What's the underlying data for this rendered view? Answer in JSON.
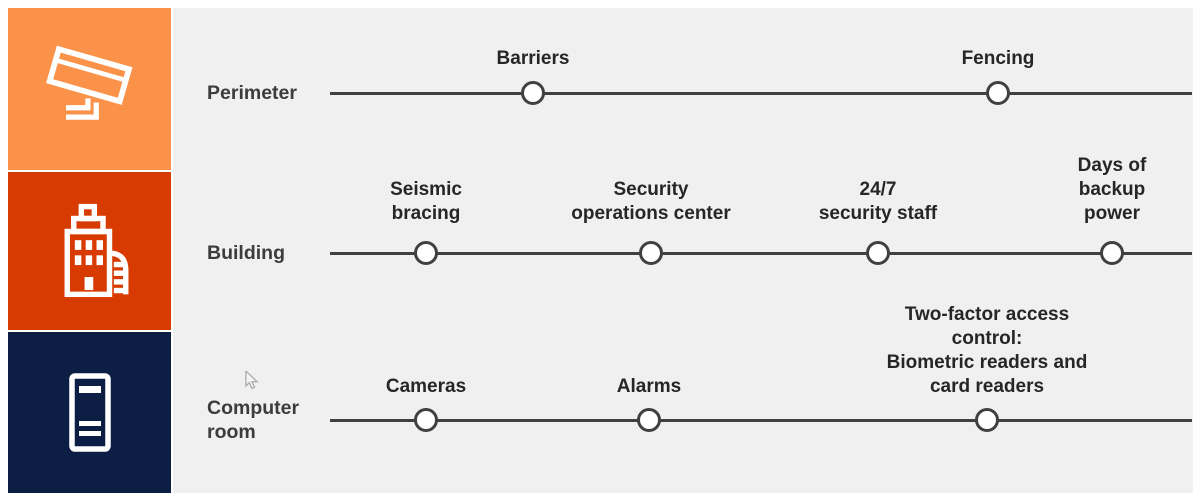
{
  "figure": {
    "rows": [
      {
        "label": "Perimeter",
        "icon": "security-camera-icon",
        "nodes": [
          {
            "label": "Barriers"
          },
          {
            "label": "Fencing"
          }
        ]
      },
      {
        "label": "Building",
        "icon": "building-icon",
        "nodes": [
          {
            "label": "Seismic\nbracing"
          },
          {
            "label": "Security\noperations center"
          },
          {
            "label": "24/7\nsecurity staff"
          },
          {
            "label": "Days of backup\npower"
          }
        ]
      },
      {
        "label": "Computer\nroom",
        "icon": "server-rack-icon",
        "nodes": [
          {
            "label": "Cameras"
          },
          {
            "label": "Alarms"
          },
          {
            "label": "Two-factor access control:\nBiometric readers and card readers"
          }
        ]
      }
    ]
  },
  "colors": {
    "canvas": "#ffffff",
    "panel_background": "#f0f0f1",
    "block_perimeter": "#fb9249",
    "block_building": "#d83b01",
    "block_computer_room": "#0d1e45",
    "timeline_line": "#404040",
    "node_fill": "#ffffff",
    "row_label_text": "#3c3c3c",
    "node_label_text": "#262626",
    "icon": "#ffffff"
  }
}
